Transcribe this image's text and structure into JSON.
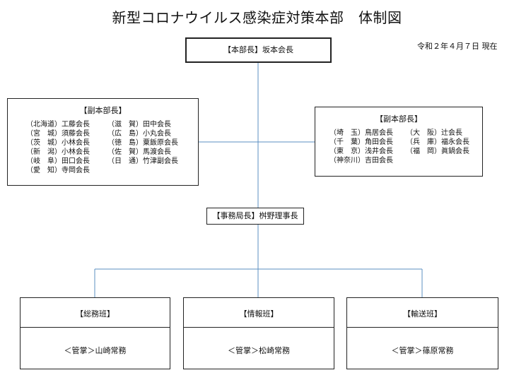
{
  "title": "新型コロナウイルス感染症対策本部　体制図",
  "date": "令和２年４月７日 現在",
  "colors": {
    "connector": "#5b8fc2",
    "border": "#222222"
  },
  "chief": {
    "label": "【本部長】坂本会長"
  },
  "deputy_left": {
    "heading": "【副本部長】",
    "col1": [
      "（北海道）工藤会長",
      "（宮　城）須藤会長",
      "（茨　城）小林会長",
      "（新　潟）小林会長",
      "（岐　阜）田口会長",
      "（愛　知）寺岡会長"
    ],
    "col2": [
      "（滋　賀）田中会長",
      "（広　島）小丸会長",
      "（徳　島）粟飯原会長",
      "（佐　賀）馬渡会長",
      "（日　通）竹津副会長"
    ]
  },
  "deputy_right": {
    "heading": "【副本部長】",
    "col1": [
      "（埼　玉）鳥居会長",
      "（千　葉）角田会長",
      "（東　京）浅井会長",
      "（神奈川）吉田会長"
    ],
    "col2": [
      "（大　阪）辻会長",
      "（兵　庫）福永会長",
      "（福　岡）眞鍋会長"
    ]
  },
  "secretariat": {
    "label": "【事務局長】桝野理事長"
  },
  "units": [
    {
      "name": "【総務班】",
      "manager": "＜管掌＞山崎常務"
    },
    {
      "name": "【情報班】",
      "manager": "＜管掌＞松崎常務"
    },
    {
      "name": "【輸送班】",
      "manager": "＜管掌＞篠原常務"
    }
  ]
}
